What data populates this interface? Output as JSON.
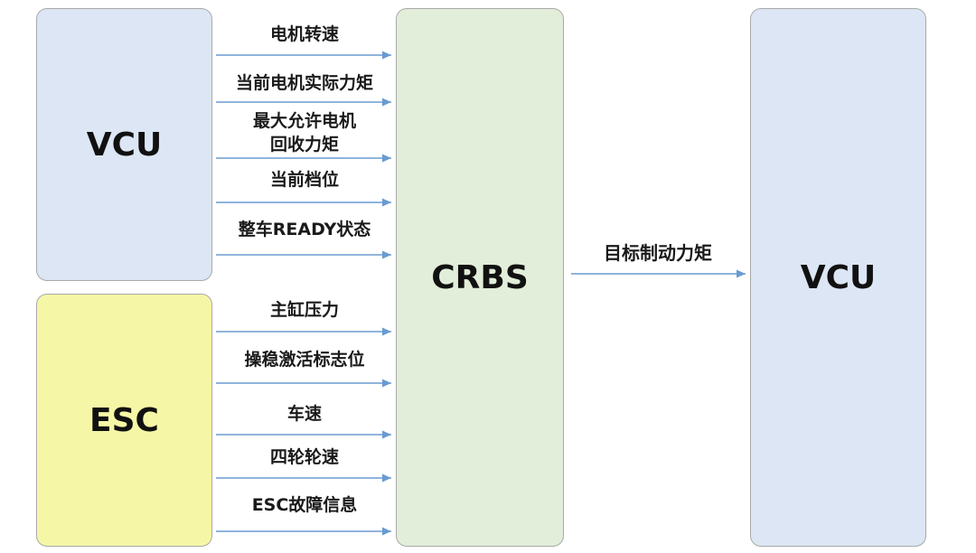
{
  "colors": {
    "vcu_fill": "#dce6f4",
    "esc_fill": "#f5f7a6",
    "crbs_fill": "#e2eed9",
    "arrow": "#6a9bd1",
    "border": "#a9a9a9"
  },
  "blocks": {
    "vcu_left": "VCU",
    "esc": "ESC",
    "crbs": "CRBS",
    "vcu_right": "VCU"
  },
  "vcu_signals": [
    "电机转速",
    "当前电机实际力矩",
    "最大允许电机\n回收力矩",
    "当前档位",
    "整车READY状态"
  ],
  "esc_signals": [
    "主缸压力",
    "操稳激活标志位",
    "车速",
    "四轮轮速",
    "ESC故障信息"
  ],
  "output_signal": "目标制动力矩"
}
